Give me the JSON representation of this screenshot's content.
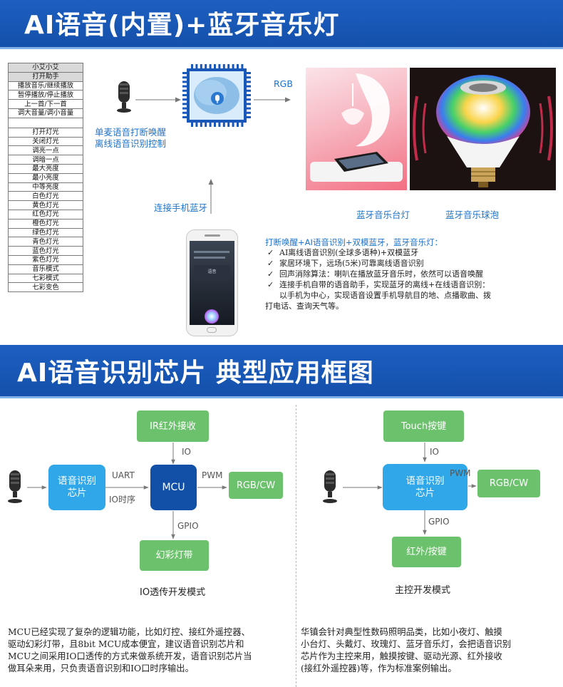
{
  "section1": {
    "title": "AI语音(内置)+蓝牙音乐灯",
    "commands_group1": [
      "小艾小艾",
      "打开助手",
      "播放音乐/继续播放",
      "暂停播放/停止播放",
      "上一首/下一首",
      "调大音量/调小音量"
    ],
    "commands_group2": [
      "打开灯光",
      "关闭灯光",
      "调亮一点",
      "调暗一点",
      "最大亮度",
      "最小亮度",
      "中等亮度",
      "白色灯光",
      "黄色灯光",
      "红色灯光",
      "橙色灯光",
      "绿色灯光",
      "青色灯光",
      "蓝色灯光",
      "紫色灯光",
      "音乐模式",
      "七彩模式",
      "七彩变色"
    ],
    "chip_caption_line1": "单麦语音打断唤醒",
    "chip_caption_line2": "离线语音识别控制",
    "rgb_label": "RGB",
    "phone_label": "连接手机蓝牙",
    "phone_screen_text": "语音",
    "product1_label": "蓝牙音乐台灯",
    "product2_label": "蓝牙音乐球泡",
    "features_title": "打断唤醒+AI语音识别+双模蓝牙，蓝牙音乐灯：",
    "check_mark": "✓",
    "features": [
      "AI离线语音识别(全球多语种)+双模蓝牙",
      "家居环境下，远场(5米)可靠离线语音识别",
      "回声消除算法：喇叭在播放蓝牙音乐时，依然可以语音唤醒",
      "连接手机自带的语音助手，实现蓝牙的离线+在线语音识别："
    ],
    "feature_cont1": "以手机为中心，实现语音设置手机导航目的地、点播歌曲、拨",
    "feature_cont2": "打电话、查询天气等。"
  },
  "section2": {
    "title": "AI语音识别芯片 典型应用框图",
    "left": {
      "ir_node": "IR红外接收",
      "io_label": "IO",
      "voice_chip_line1": "语音识别",
      "voice_chip_line2": "芯片",
      "uart_label": "UART",
      "io_timing_label": "IO时序",
      "mcu_node": "MCU",
      "pwm_label": "PWM",
      "rgbcw_node": "RGB/CW",
      "gpio_label": "GPIO",
      "strip_node": "幻彩灯带",
      "mode_label": "IO透传开发模式",
      "description": [
        "MCU已经实现了复杂的逻辑功能，比如灯控、接红外遥控器、",
        "驱动幻彩灯带，且8bit MCU成本便宜，建议语音识别芯片和",
        "MCU之间采用IO口透传的方式来做系统开发，语音识别芯片当",
        "做耳朵来用，只负责语音识别和IO口时序输出。"
      ]
    },
    "right": {
      "touch_node": "Touch按键",
      "io_label": "IO",
      "voice_chip_line1": "语音识别",
      "voice_chip_line2": "芯片",
      "pwm_label": "PWM",
      "rgbcw_node": "RGB/CW",
      "gpio_label": "GPIO",
      "ir_key_node": "红外/按键",
      "mode_label": "主控开发模式",
      "description": [
        "华镇会针对典型性数码照明品类，比如小夜灯、触摸",
        "小台灯、头戴灯、玫瑰灯、蓝牙音乐灯，会把语音识别",
        "芯片作为主控来用，触摸按键、驱动光源、红外接收",
        "(接红外遥控器)等，作为标准案例输出。"
      ]
    }
  },
  "colors": {
    "banner": "#1450ab",
    "accent_text": "#1f73c9",
    "green_node": "#6cc16c",
    "cyan_node": "#2fa7e8",
    "navy_node": "#1250a8"
  },
  "icons": [
    "microphone-icon",
    "chip-icon",
    "brain-icon",
    "phone-icon",
    "lamp-image",
    "bulb-image"
  ]
}
